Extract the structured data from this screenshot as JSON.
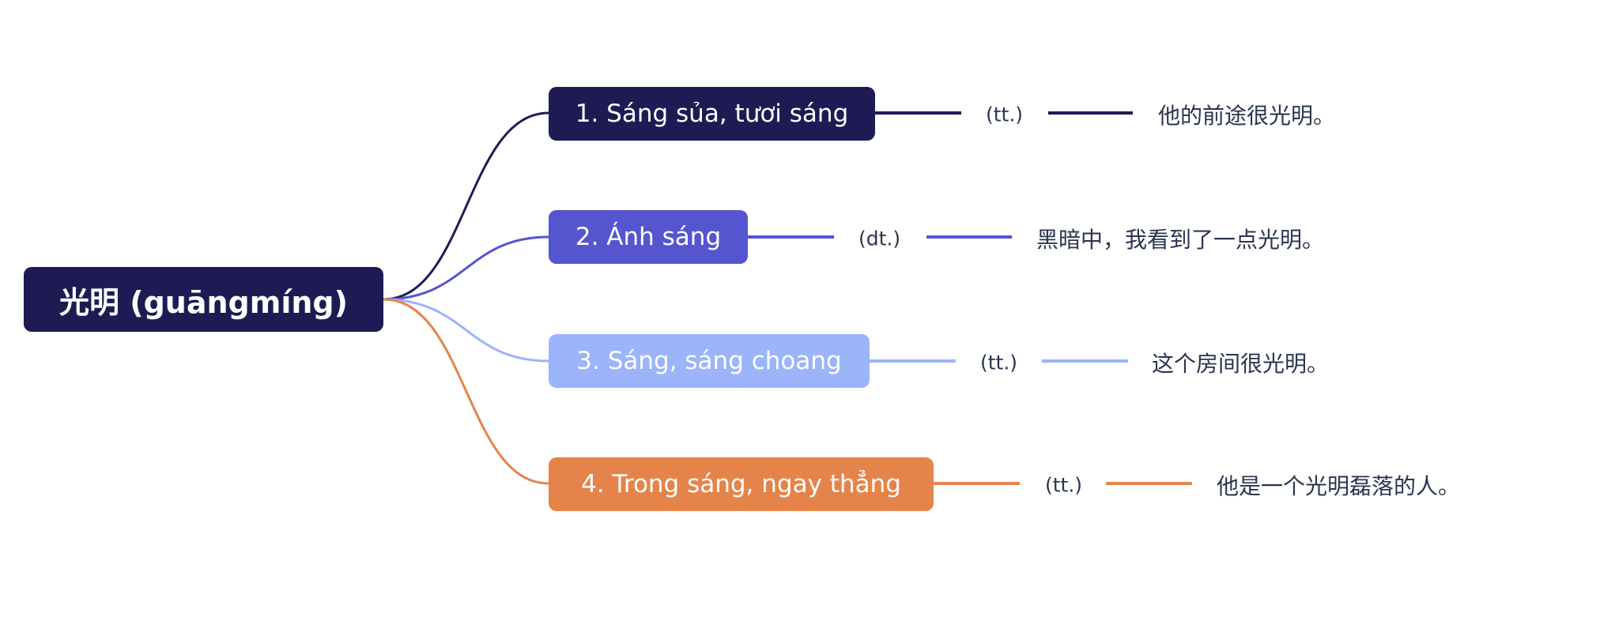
{
  "root": {
    "label": "光明 (guāngmíng)",
    "color": "#1e1b54"
  },
  "branches": [
    {
      "label": "1. Sáng sủa, tươi sáng",
      "pos": "(tt.)",
      "example": "他的前途很光明。",
      "color": "#1e1b54"
    },
    {
      "label": "2. Ánh sáng",
      "pos": "(dt.)",
      "example": "黑暗中，我看到了一点光明。",
      "color": "#5555d0"
    },
    {
      "label": "3. Sáng, sáng choang",
      "pos": "(tt.)",
      "example": "这个房间很光明。",
      "color": "#9bb4fa"
    },
    {
      "label": "4. Trong sáng, ngay thẳng",
      "pos": "(tt.)",
      "example": "他是一个光明磊落的人。",
      "color": "#e5844a"
    }
  ]
}
